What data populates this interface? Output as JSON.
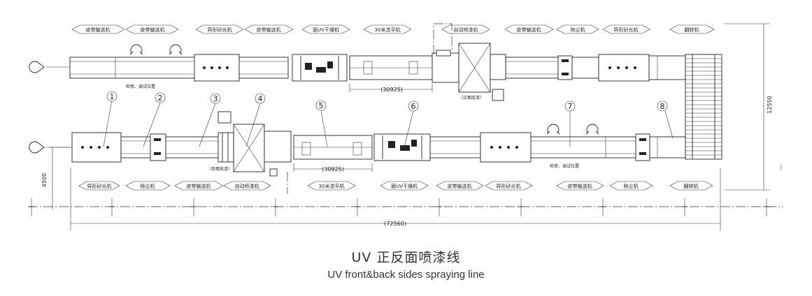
{
  "caption": {
    "title_cn": "UV 正反面喷漆线",
    "title_en": "UV front&back sides spraying line"
  },
  "top_row_labels": [
    "皮带输送机",
    "皮带输送机",
    "异形砂光机",
    "皮带输送机",
    "面UV干燥机",
    "30米流平机",
    "自动喷漆机",
    "皮带输送机",
    "除尘机",
    "异形砂光机",
    "翻转机"
  ],
  "bottom_row_labels": [
    "异形砂光机",
    "除尘机",
    "皮带输送机",
    "自动喷漆机",
    "30米流平机",
    "面UV干燥机",
    "皮带输送机",
    "异形砂光机",
    "皮带输送机",
    "除尘机",
    "翻转机"
  ],
  "station_numbers": [
    "1",
    "2",
    "3",
    "4",
    "5",
    "6",
    "7",
    "8"
  ],
  "annotations": {
    "top_note": "检修、调试位置",
    "bottom_note": "检修、调试位置",
    "front_booth": "（正面底漆）",
    "back_booth": "（反面底漆）"
  },
  "dimensions": {
    "flow_top": "(30925)",
    "flow_bottom": "(30925)",
    "total_length": "(72560)",
    "total_width": "12550",
    "row_spacing": "4500"
  }
}
